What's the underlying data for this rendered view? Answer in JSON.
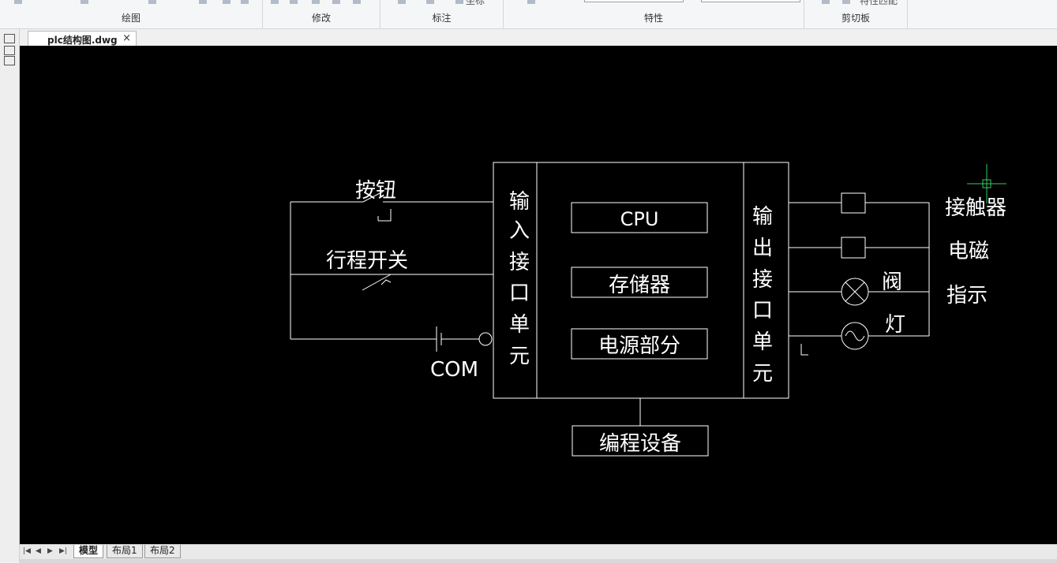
{
  "ribbon": {
    "groups": [
      "绘图",
      "修改",
      "标注",
      "特性",
      "剪切板"
    ],
    "partial_labels": [
      "坐标",
      "特性匹配"
    ]
  },
  "document": {
    "tab_label": "plc结构图.dwg",
    "close_glyph": "×"
  },
  "drawing": {
    "input_labels": {
      "button": "按钮",
      "limit_switch": "行程开关",
      "com": "COM"
    },
    "input_unit_chars": [
      "输",
      "入",
      "接",
      "口",
      "单",
      "元"
    ],
    "output_unit_chars": [
      "输",
      "出",
      "接",
      "口",
      "单",
      "元"
    ],
    "core_blocks": {
      "cpu": "CPU",
      "memory": "存储器",
      "power": "电源部分"
    },
    "programming_device": "编程设备",
    "output_labels": {
      "contactor": "接触器",
      "solenoid": "电磁",
      "valve": "阀",
      "indicator": "指示",
      "lamp": "灯"
    },
    "colors": {
      "background": "#000000",
      "lines": "#ffffff",
      "cursor": "#33cc66"
    }
  },
  "layout_tabs": {
    "tabs": [
      "模型",
      "布局1",
      "布局2"
    ],
    "active": "模型"
  }
}
